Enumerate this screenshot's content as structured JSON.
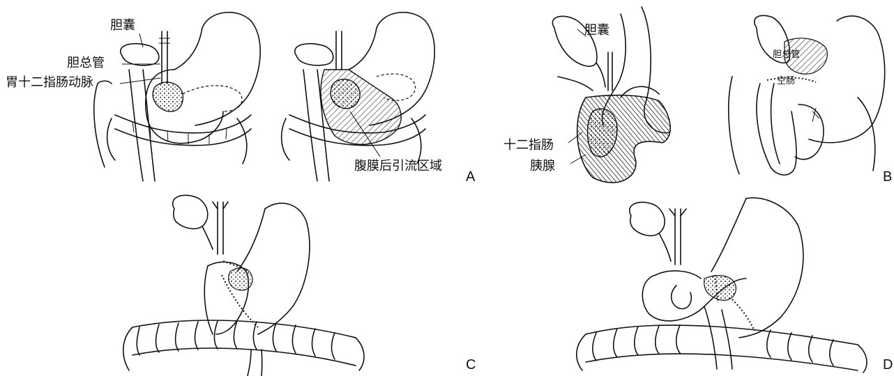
{
  "labels": {
    "gallbladder_a": "胆囊",
    "common_bile_duct": "胆总管",
    "gastroduodenal_artery": "胃十二指肠动脉",
    "retroperitoneal_drainage": "腹膜后引流区域",
    "gallbladder_b": "胆囊",
    "duodenum": "十二指肠",
    "pancreas": "胰腺",
    "common_bile_duct_b": "胆总管",
    "jejunum": "空肠"
  },
  "panel_letters": {
    "a": "A",
    "b": "B",
    "c": "C",
    "d": "D"
  }
}
